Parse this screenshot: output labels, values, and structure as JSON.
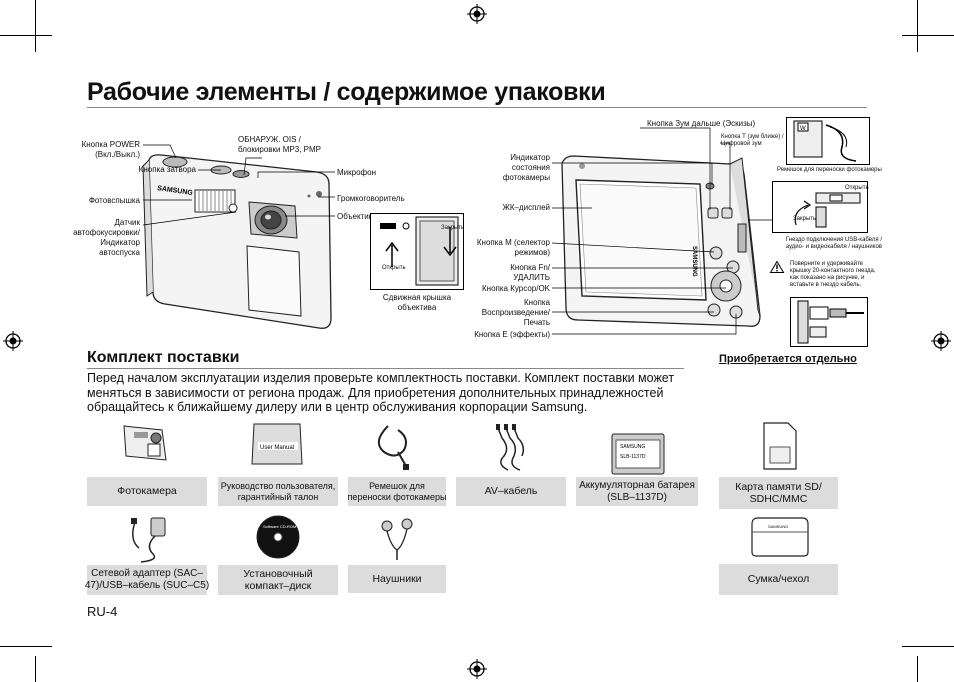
{
  "page": {
    "title": "Рабочие элементы / содержимое упаковки",
    "page_number": "RU-4"
  },
  "front_labels": {
    "power": "Кнопка POWER\n(Вкл./Выкл.)",
    "shutter": "Кнопка затвора",
    "flash": "Фотовспышка",
    "af_sensor": "Датчик\nавтофокусировки/\nИндикатор\nавтоспуска",
    "ois": "ОБНАРУЖ. OIS /\nблокировки MP3, PMP",
    "mic": "Микрофон",
    "speaker": "Громкоговоритель",
    "lens": "Объектив",
    "lens_cover": "Сдвижная крышка\nобъектива",
    "open": "Открыть",
    "close": "Закрыть"
  },
  "back_labels": {
    "zoom_w": "Кнопка Зум дальше (Эскизы)",
    "zoom_t": "Кнопка Т (зум ближе) /\nЦифровой зум",
    "strap_eyelet": "Ремешок для переноски фотокамеры",
    "status_led": "Индикатор\nсостояния\nфотокамеры",
    "lcd": "ЖК–дисплей",
    "mode": "Кнопка M (селектор\nрежимов)",
    "fn": "Кнопка Fn/\nУДАЛИТЬ",
    "cursor": "Кнопка Курсор/OK",
    "playback": "Кнопка\nВоспроизведение/\nПечать",
    "effects": "Кнопка E (эффекты)",
    "usb_jack": "Гнездо подключения USB-кабеля /\nаудио- и видеокабеля / наушников",
    "warning": "Поверните и удерживайте\nкрышку 20-контактного гнезда,\nкак показано на рисунке, и\nвставьте в гнездо кабель.",
    "open": "Открыть",
    "close": "Закрыть"
  },
  "package": {
    "title": "Комплект поставки",
    "optional_title": "Приобретается отдельно",
    "intro": "Перед началом эксплуатации изделия проверьте комплектность поставки. Комплект поставки может меняться в зависимости от региона продаж. Для приобретения дополнительных принадлежностей обращайтесь к ближайшему дилеру или в центр обслуживания корпорации Samsung.",
    "items": {
      "camera": "Фотокамера",
      "manual": "Руководство пользователя,\nгарантийный талон",
      "strap": "Ремешок для\nпереноски фотокамеры",
      "av_cable": "AV–кабель",
      "battery": "Аккумуляторная батарея\n(SLB–1137D)",
      "adapter": "Сетевой адаптер (SAC–\n47)/USB–кабель (SUC–C5)",
      "cd": "Установочный\nкомпакт–диск",
      "earphones": "Наушники",
      "memory_card": "Карта памяти SD/\nSDHC/MMC",
      "case": "Сумка/чехол"
    },
    "picture_text": {
      "manual_cover": "User Manual",
      "battery_label": "SLB-1137D",
      "battery_brand": "SAMSUNG",
      "cd_label": "Software CD-ROM",
      "case_brand": "SAMSUNG",
      "camera_brand": "SAMSUNG"
    }
  }
}
